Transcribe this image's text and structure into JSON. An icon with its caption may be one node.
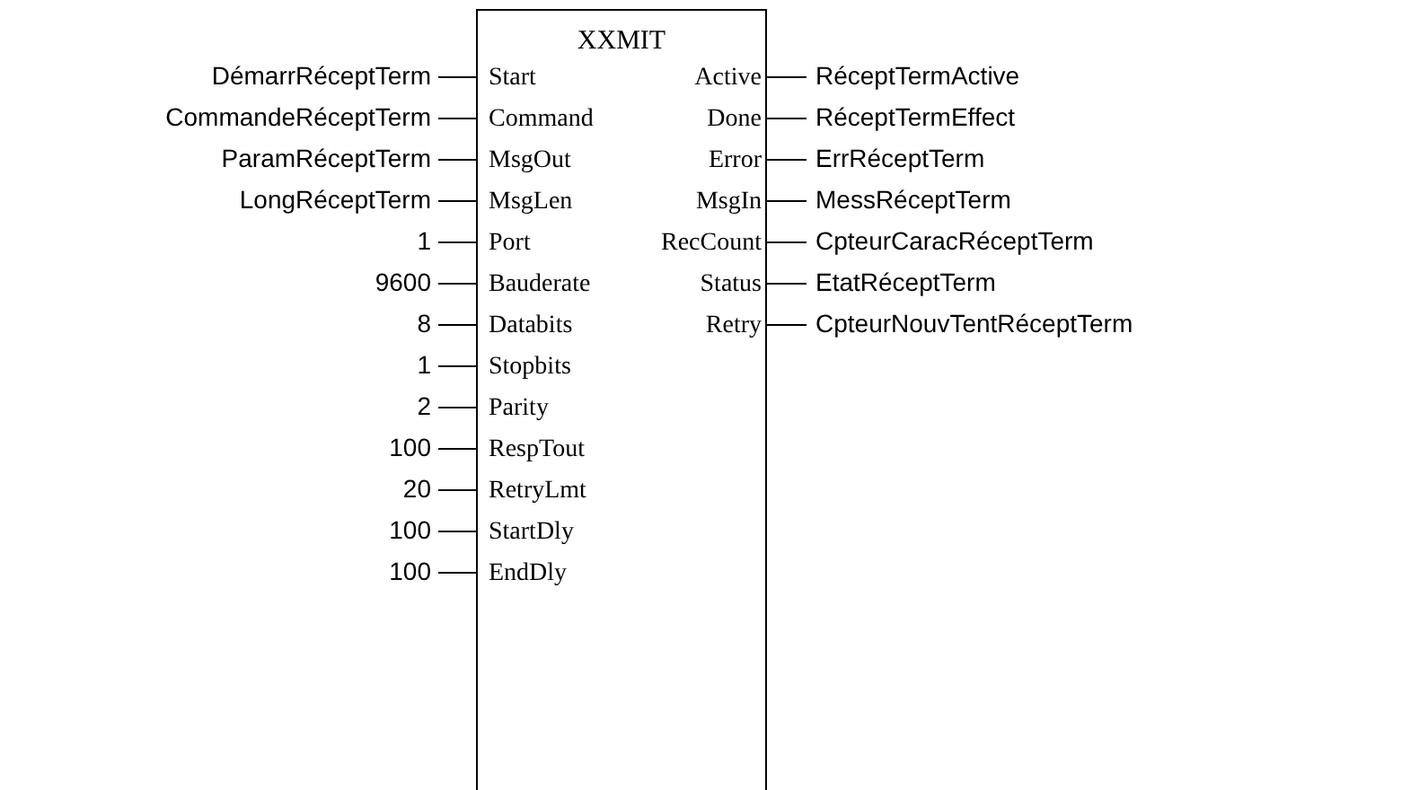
{
  "diagram": {
    "nodes": [
      {
        "text": [
          "XXMIT"
        ]
      },
      {
        "text": [
          "Start"
        ],
        "in": 0
      },
      {
        "text": [
          "Command"
        ],
        "in": 0
      },
      {
        "text": [
          "MsgOut"
        ],
        "in": 0
      },
      {
        "text": [
          "MsgLen"
        ],
        "in": 0
      },
      {
        "text": [
          "Port"
        ],
        "in": 0
      },
      {
        "text": [
          "Bauderate"
        ],
        "in": 0
      },
      {
        "text": [
          "Databits"
        ],
        "in": 0
      },
      {
        "text": [
          "Stopbits"
        ],
        "in": 0
      },
      {
        "text": [
          "Parity"
        ],
        "in": 0
      },
      {
        "text": [
          "RespTout"
        ],
        "in": 0
      },
      {
        "text": [
          "RetryLmt"
        ],
        "in": 0
      },
      {
        "text": [
          "StartDly"
        ],
        "in": 0
      },
      {
        "text": [
          "EndDly"
        ],
        "in": 0
      },
      {
        "text": [
          "Active"
        ],
        "in": 0
      },
      {
        "text": [
          "Done"
        ],
        "in": 0
      },
      {
        "text": [
          "Error"
        ],
        "in": 0
      },
      {
        "text": [
          "MsgIn"
        ],
        "in": 0
      },
      {
        "text": [
          "RecCount"
        ],
        "in": 0
      },
      {
        "text": [
          "Status"
        ],
        "in": 0
      },
      {
        "text": [
          "Retry"
        ],
        "in": 0
      },
      {
        "text": [
          "DémarrRéceptTerm"
        ]
      },
      {
        "text": [
          "CommandeRéceptTerm"
        ]
      },
      {
        "text": [
          "ParamRéceptTerm"
        ]
      },
      {
        "text": [
          "LongRéceptTerm"
        ]
      },
      {
        "text": [
          "1"
        ]
      },
      {
        "text": [
          "9600"
        ]
      },
      {
        "text": [
          "8"
        ]
      },
      {
        "text": [
          "1"
        ]
      },
      {
        "text": [
          "2"
        ]
      },
      {
        "text": [
          "100"
        ]
      },
      {
        "text": [
          "20"
        ]
      },
      {
        "text": [
          "100"
        ]
      },
      {
        "text": [
          "100"
        ]
      },
      {
        "text": [
          "RéceptTermActive"
        ]
      },
      {
        "text": [
          "RéceptTermEffect"
        ]
      },
      {
        "text": [
          "ErrRéceptTerm"
        ]
      },
      {
        "text": [
          "MessRéceptTerm"
        ]
      },
      {
        "text": [
          "CpteurCaracRéceptTerm"
        ]
      },
      {
        "text": [
          "EtatRéceptTerm"
        ]
      },
      {
        "text": [
          "CpteurNouvTentRéceptTerm"
        ]
      }
    ],
    "edges": [
      {
        "from": 21,
        "to": 1,
        "arrow": "none"
      },
      {
        "from": 22,
        "to": 2,
        "arrow": "none"
      },
      {
        "from": 23,
        "to": 3,
        "arrow": "none"
      },
      {
        "from": 24,
        "to": 4,
        "arrow": "none"
      },
      {
        "from": 25,
        "to": 5,
        "arrow": "none"
      },
      {
        "from": 26,
        "to": 6,
        "arrow": "none"
      },
      {
        "from": 27,
        "to": 7,
        "arrow": "none"
      },
      {
        "from": 28,
        "to": 8,
        "arrow": "none"
      },
      {
        "from": 29,
        "to": 9,
        "arrow": "none"
      },
      {
        "from": 30,
        "to": 10,
        "arrow": "none"
      },
      {
        "from": 31,
        "to": 11,
        "arrow": "none"
      },
      {
        "from": 32,
        "to": 12,
        "arrow": "none"
      },
      {
        "from": 33,
        "to": 13,
        "arrow": "none"
      },
      {
        "from": 14,
        "to": 34,
        "arrow": "none"
      },
      {
        "from": 15,
        "to": 35,
        "arrow": "none"
      },
      {
        "from": 16,
        "to": 36,
        "arrow": "none"
      },
      {
        "from": 17,
        "to": 37,
        "arrow": "none"
      },
      {
        "from": 18,
        "to": 38,
        "arrow": "none"
      },
      {
        "from": 19,
        "to": 39,
        "arrow": "none"
      },
      {
        "from": 20,
        "to": 40,
        "arrow": "none"
      }
    ]
  }
}
